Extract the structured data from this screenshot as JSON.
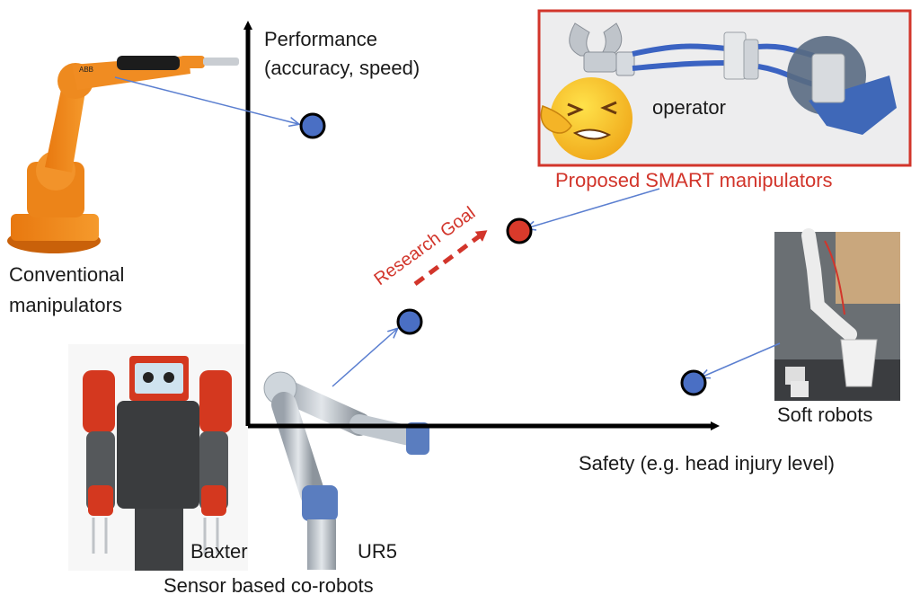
{
  "axes": {
    "y_label_line1": "Performance",
    "y_label_line2": "(accuracy, speed)",
    "x_label": "Safety (e.g. head injury level)"
  },
  "labels": {
    "conventional_line1": "Conventional",
    "conventional_line2": "manipulators",
    "operator": "operator",
    "proposed": "Proposed SMART manipulators",
    "research_goal": "Research Goal",
    "soft_robots": "Soft robots",
    "baxter": "Baxter",
    "ur5": "UR5",
    "sensor_based": "Sensor based co-robots"
  },
  "colors": {
    "point_blue": "#4a6fc4",
    "point_red": "#d93a2b",
    "accent_red": "#d2352b",
    "connector_blue": "#5b7fd0",
    "axis": "#000000"
  },
  "icons": {
    "conventional": "industrial-robot-arm",
    "smart": "cable-driven-gripper",
    "operator": "stressed-face-emoji",
    "soft": "soft-robot-arm-photo",
    "baxter": "baxter-robot",
    "ur5": "ur5-robot-arm"
  }
}
